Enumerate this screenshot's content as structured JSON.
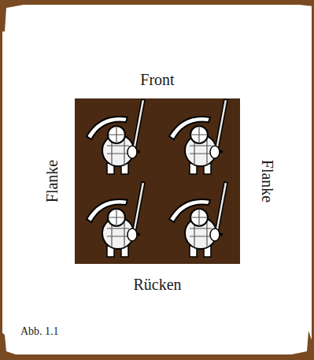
{
  "diagram": {
    "caption": "Abb. 1.1",
    "labels": [
      "Front",
      "Flanke",
      "Flanke",
      "Rücken"
    ]
  }
}
